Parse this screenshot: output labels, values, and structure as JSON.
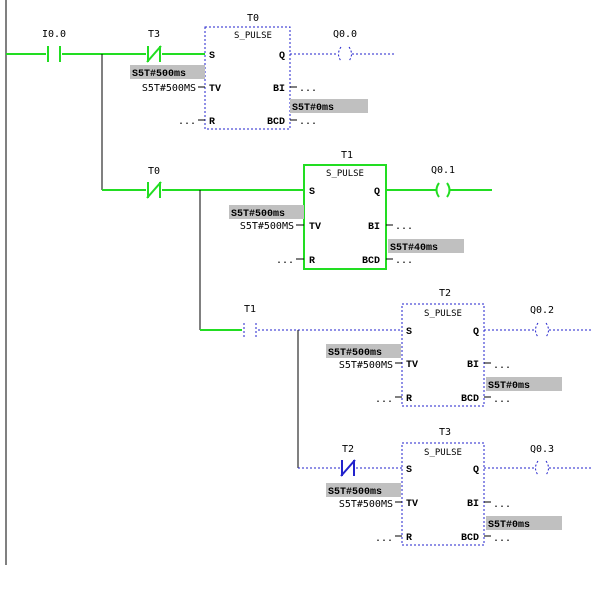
{
  "colors": {
    "energized": "#22dd22",
    "wire": "#000000",
    "dashed": "#2222cc",
    "value_bg": "#c0c0c0"
  },
  "rail": {
    "left_rail_color": "#000000"
  },
  "contacts": {
    "i0_0": "I0.0",
    "t3": "T3",
    "t0": "T0",
    "t1": "T1",
    "t2": "T2"
  },
  "coils": {
    "q0_0": "Q0.0",
    "q0_1": "Q0.1",
    "q0_2": "Q0.2",
    "q0_3": "Q0.3"
  },
  "blocks": [
    {
      "timer": "T0",
      "type": "S_PULSE",
      "pins": {
        "s": "S",
        "q": "Q",
        "tv": "TV",
        "bi": "BI",
        "r": "R",
        "bcd": "BCD"
      },
      "tv_actual": "S5T#500ms",
      "tv_param": "S5T#500MS",
      "bi_out": "...",
      "r_in": "...",
      "bcd_value": "S5T#0ms",
      "bcd_out": "..."
    },
    {
      "timer": "T1",
      "type": "S_PULSE",
      "pins": {
        "s": "S",
        "q": "Q",
        "tv": "TV",
        "bi": "BI",
        "r": "R",
        "bcd": "BCD"
      },
      "tv_actual": "S5T#500ms",
      "tv_param": "S5T#500MS",
      "bi_out": "...",
      "r_in": "...",
      "bcd_value": "S5T#40ms",
      "bcd_out": "..."
    },
    {
      "timer": "T2",
      "type": "S_PULSE",
      "pins": {
        "s": "S",
        "q": "Q",
        "tv": "TV",
        "bi": "BI",
        "r": "R",
        "bcd": "BCD"
      },
      "tv_actual": "S5T#500ms",
      "tv_param": "S5T#500MS",
      "bi_out": "...",
      "r_in": "...",
      "bcd_value": "S5T#0ms",
      "bcd_out": "..."
    },
    {
      "timer": "T3",
      "type": "S_PULSE",
      "pins": {
        "s": "S",
        "q": "Q",
        "tv": "TV",
        "bi": "BI",
        "r": "R",
        "bcd": "BCD"
      },
      "tv_actual": "S5T#500ms",
      "tv_param": "S5T#500MS",
      "bi_out": "...",
      "r_in": "...",
      "bcd_value": "S5T#0ms",
      "bcd_out": "..."
    }
  ]
}
